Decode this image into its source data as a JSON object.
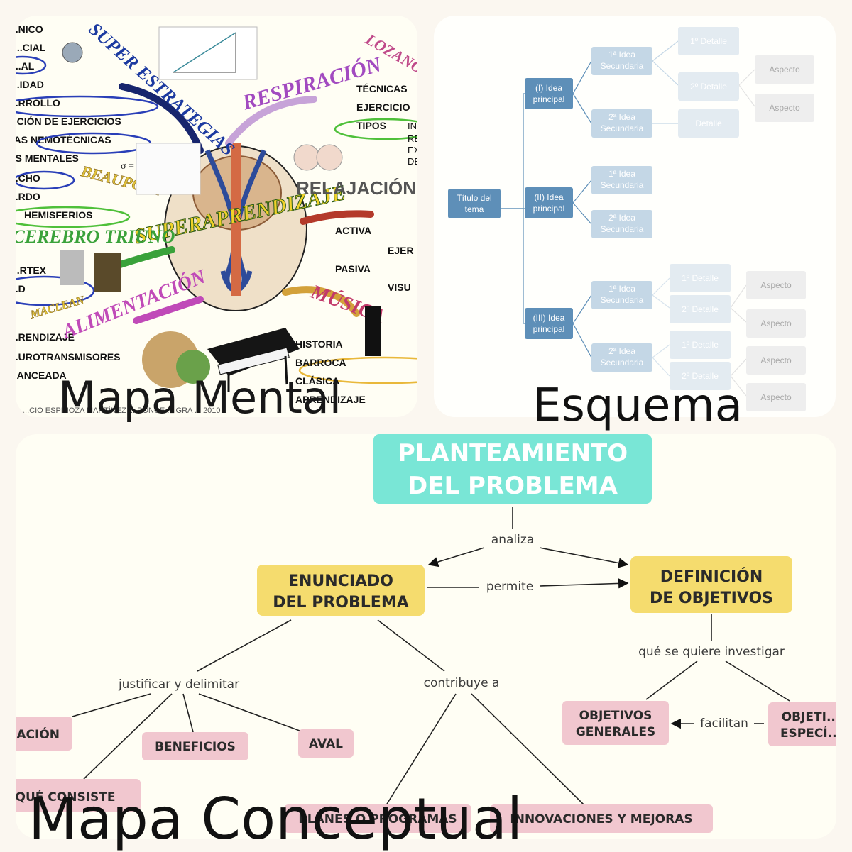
{
  "captions": {
    "mapa_mental": "Mapa Mental",
    "esquema": "Esquema",
    "mapa_conceptual": "Mapa Conceptual"
  },
  "mapa_mental": {
    "center": "SUPERAPRENDIZAJE",
    "branches": [
      "SUPER ESTRATEGIAS",
      "RESPIRACIÓN",
      "LOZANO",
      "RELAJACIÓN",
      "MÚSICA",
      "ALIMENTACIÓN",
      "CEREBRO TRIUNO",
      "BEAUPORT",
      "MACLEAN"
    ],
    "left_list": [
      "...NICO",
      "...CIAL",
      "...AL",
      "...IDAD",
      "...RROLLO",
      "...CIÓN DE EJERCICIOS",
      "...AS NEMOTÉCNICAS",
      "...S MENTALES",
      "...CHO",
      "...RDO",
      "HEMISFERIOS",
      "...RTEX",
      "...D",
      "...RENDIZAJE",
      "...UROTRANSMISORES",
      "...ANCEADA"
    ],
    "respiracion_list": [
      "TÉCNICAS",
      "EJERCICIO",
      "TIPOS"
    ],
    "tipos_list": [
      "IN",
      "RE",
      "EX",
      "DE"
    ],
    "relajacion_list": [
      "ACTIVA",
      "EJER",
      "PASIVA",
      "VISU"
    ],
    "musica_list": [
      "HISTORIA",
      "BARROCA",
      "CLÁSICA",
      "APRENDIZAJE"
    ],
    "formula": "σ =",
    "footer": "...CIO ESPINOZA MARTÍNEZ ... PONCE ... GRA ... 2010"
  },
  "esquema": {
    "root": [
      "Título del",
      "tema"
    ],
    "main": [
      [
        "(I) Idea",
        "principal"
      ],
      [
        "(II) Idea",
        "principal"
      ],
      [
        "(III) Idea",
        "principal"
      ]
    ],
    "secondary_1": [
      "1ª Idea",
      "Secundaria"
    ],
    "secondary_2": [
      "2ª Idea",
      "Secundaria"
    ],
    "detail_1": "1º Detalle",
    "detail_2": "2º Detalle",
    "detail": "Detalle",
    "aspect": "Aspecto"
  },
  "mapa_conceptual": {
    "top": [
      "PLANTEAMIENTO",
      "DEL PROBLEMA"
    ],
    "links": {
      "analiza": "analiza",
      "permite": "permite",
      "justificar": "justificar y delimitar",
      "contribuye": "contribuye a",
      "que_se_quiere": "qué se quiere investigar",
      "facilitan": "facilitan"
    },
    "enunciado": [
      "ENUNCIADO",
      "DEL PROBLEMA"
    ],
    "definicion": [
      "DEFINICIÓN",
      "DE OBJETIVOS"
    ],
    "leaves": {
      "justificacion": "...ACIÓN",
      "beneficios": "BENEFICIOS",
      "aval": "AVAL",
      "que_consiste": "QUÉ CONSISTE",
      "planes": "PLANES O PROGRAMAS",
      "innovaciones": "INNOVACIONES Y MEJORAS",
      "generales": [
        "OBJETIVOS",
        "GENERALES"
      ],
      "especificos": [
        "OBJETI...",
        "ESPECÍ..."
      ]
    }
  },
  "colors": {
    "top_node": "#79e6d6",
    "mid_node": "#f5dc6e",
    "leaf_node": "#f1c7cf",
    "esquema_node": "#5e8fb8"
  }
}
